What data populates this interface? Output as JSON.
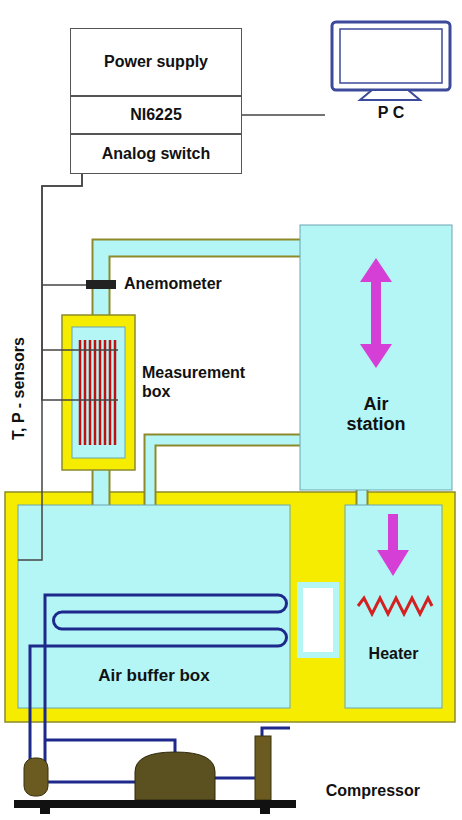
{
  "diagram": {
    "nodes": [
      {
        "text": [
          "Power supply"
        ]
      },
      {
        "text": [
          "NI6225"
        ]
      },
      {
        "text": [
          "Analog switch"
        ]
      },
      {
        "text": [
          "P C"
        ]
      },
      {
        "text": [
          "Measurement box"
        ]
      },
      {
        "text": [
          "Air station"
        ]
      },
      {
        "text": [
          "Air buffer box"
        ]
      },
      {
        "text": [
          "Heater"
        ]
      },
      {
        "text": [
          "Compressor"
        ]
      }
    ],
    "edges": [
      {
        "from": 1,
        "to": 3,
        "arrow": "none"
      },
      {
        "from": 2,
        "to": 4,
        "arrow": "none"
      },
      {
        "from": 2,
        "to": 6,
        "arrow": "none"
      }
    ],
    "labels": [
      "Anemometer",
      "T, P - sensors"
    ]
  }
}
